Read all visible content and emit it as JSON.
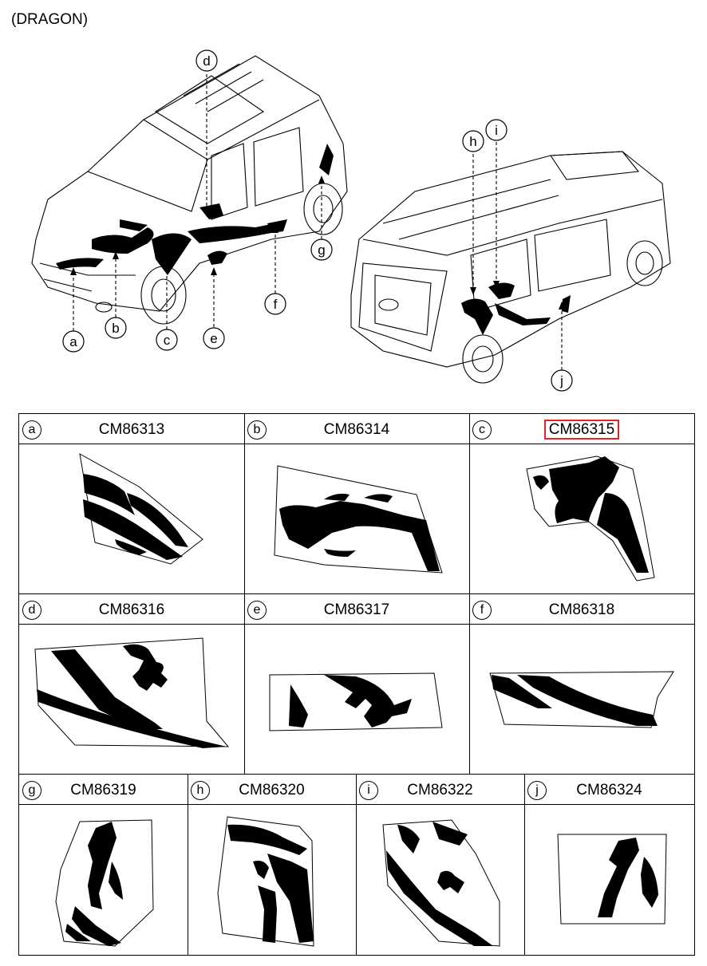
{
  "title": "(DRAGON)",
  "callouts": [
    "a",
    "b",
    "c",
    "d",
    "e",
    "f",
    "g",
    "h",
    "i",
    "j"
  ],
  "highlight_color": "#e0242a",
  "parts": [
    {
      "letter": "a",
      "code": "CM86313",
      "highlighted": false
    },
    {
      "letter": "b",
      "code": "CM86314",
      "highlighted": false
    },
    {
      "letter": "c",
      "code": "CM86315",
      "highlighted": true
    },
    {
      "letter": "d",
      "code": "CM86316",
      "highlighted": false
    },
    {
      "letter": "e",
      "code": "CM86317",
      "highlighted": false
    },
    {
      "letter": "f",
      "code": "CM86318",
      "highlighted": false
    },
    {
      "letter": "g",
      "code": "CM86319",
      "highlighted": false
    },
    {
      "letter": "h",
      "code": "CM86320",
      "highlighted": false
    },
    {
      "letter": "i",
      "code": "CM86322",
      "highlighted": false
    },
    {
      "letter": "j",
      "code": "CM86324",
      "highlighted": false
    }
  ]
}
